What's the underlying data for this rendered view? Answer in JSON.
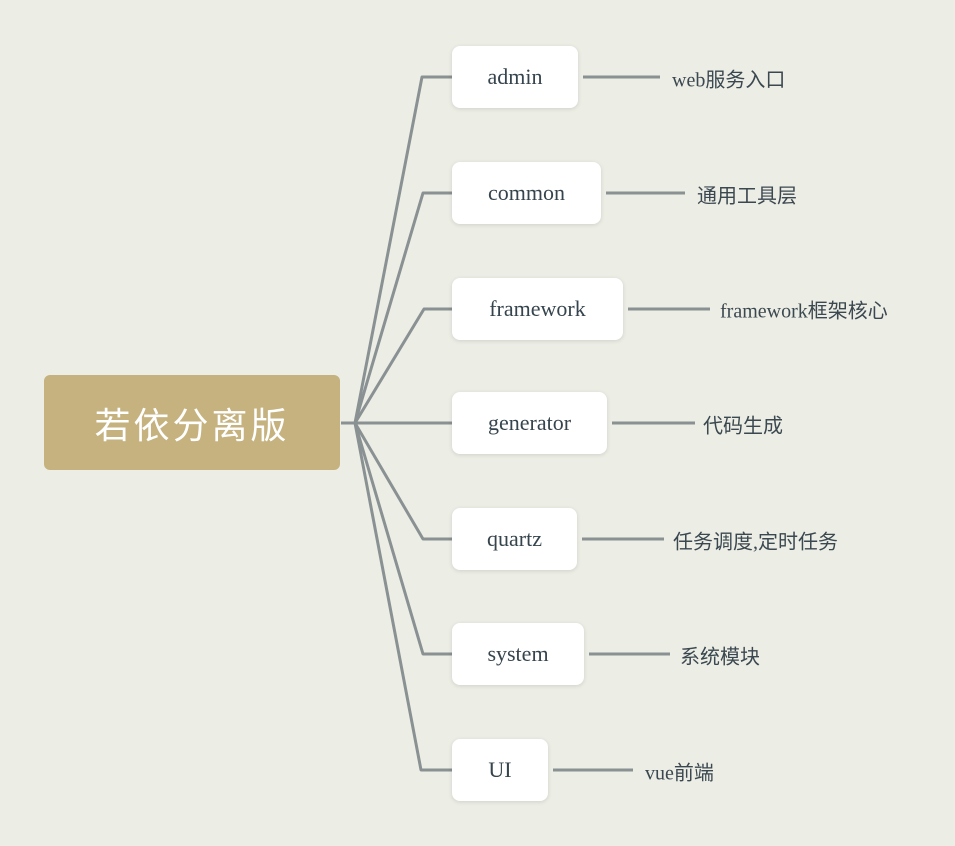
{
  "canvas": {
    "background": "#ECEDE5"
  },
  "root": {
    "label": "若依分离版",
    "bg_color": "#C6B27F",
    "text_color": "#FFFFFF"
  },
  "children": [
    {
      "label": "admin",
      "desc": "web服务入口"
    },
    {
      "label": "common",
      "desc": "通用工具层"
    },
    {
      "label": "framework",
      "desc": "framework框架核心"
    },
    {
      "label": "generator",
      "desc": "代码生成"
    },
    {
      "label": "quartz",
      "desc": "任务调度,定时任务"
    },
    {
      "label": "system",
      "desc": "系统模块"
    },
    {
      "label": "UI",
      "desc": "vue前端"
    }
  ],
  "colors": {
    "connector": "#8A9193",
    "node_text": "#35444D",
    "desc_text": "#3B4850"
  }
}
